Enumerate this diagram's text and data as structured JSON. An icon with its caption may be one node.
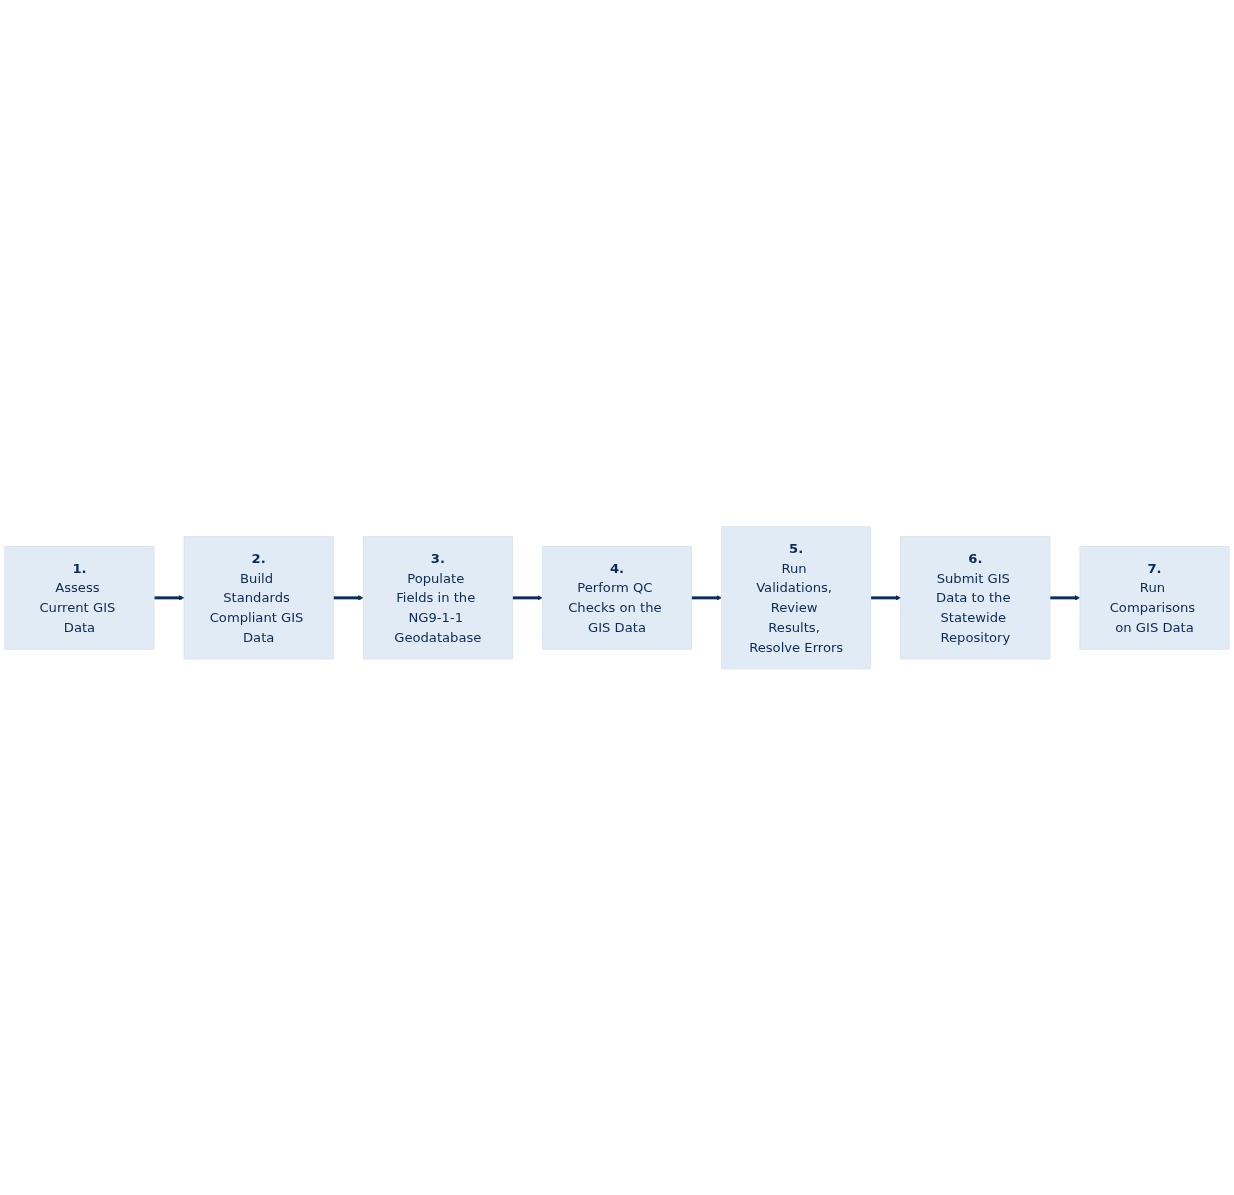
{
  "diagram": {
    "nodes": [
      {
        "text": [
          "1.",
          "Assess Current GIS Data"
        ]
      },
      {
        "text": [
          "2.",
          "Build Standards Compliant GIS Data"
        ]
      },
      {
        "text": [
          "3.",
          "Populate Fields in the NG9-1-1 Geodatabase"
        ]
      },
      {
        "text": [
          "4.",
          "Perform QC Checks on the GIS Data"
        ]
      },
      {
        "text": [
          "5.",
          "Run Validations, Review Results, Resolve Errors"
        ]
      },
      {
        "text": [
          "6.",
          "Submit GIS Data to the Statewide Repository"
        ]
      },
      {
        "text": [
          "7.",
          "Run Comparisons on GIS Data"
        ]
      }
    ],
    "edges": [
      {
        "from": 0,
        "to": 1,
        "arrow": "to"
      },
      {
        "from": 1,
        "to": 2,
        "arrow": "to"
      },
      {
        "from": 2,
        "to": 3,
        "arrow": "to"
      },
      {
        "from": 3,
        "to": 4,
        "arrow": "to"
      },
      {
        "from": 4,
        "to": 5,
        "arrow": "to"
      },
      {
        "from": 5,
        "to": 6,
        "arrow": "to"
      }
    ]
  }
}
